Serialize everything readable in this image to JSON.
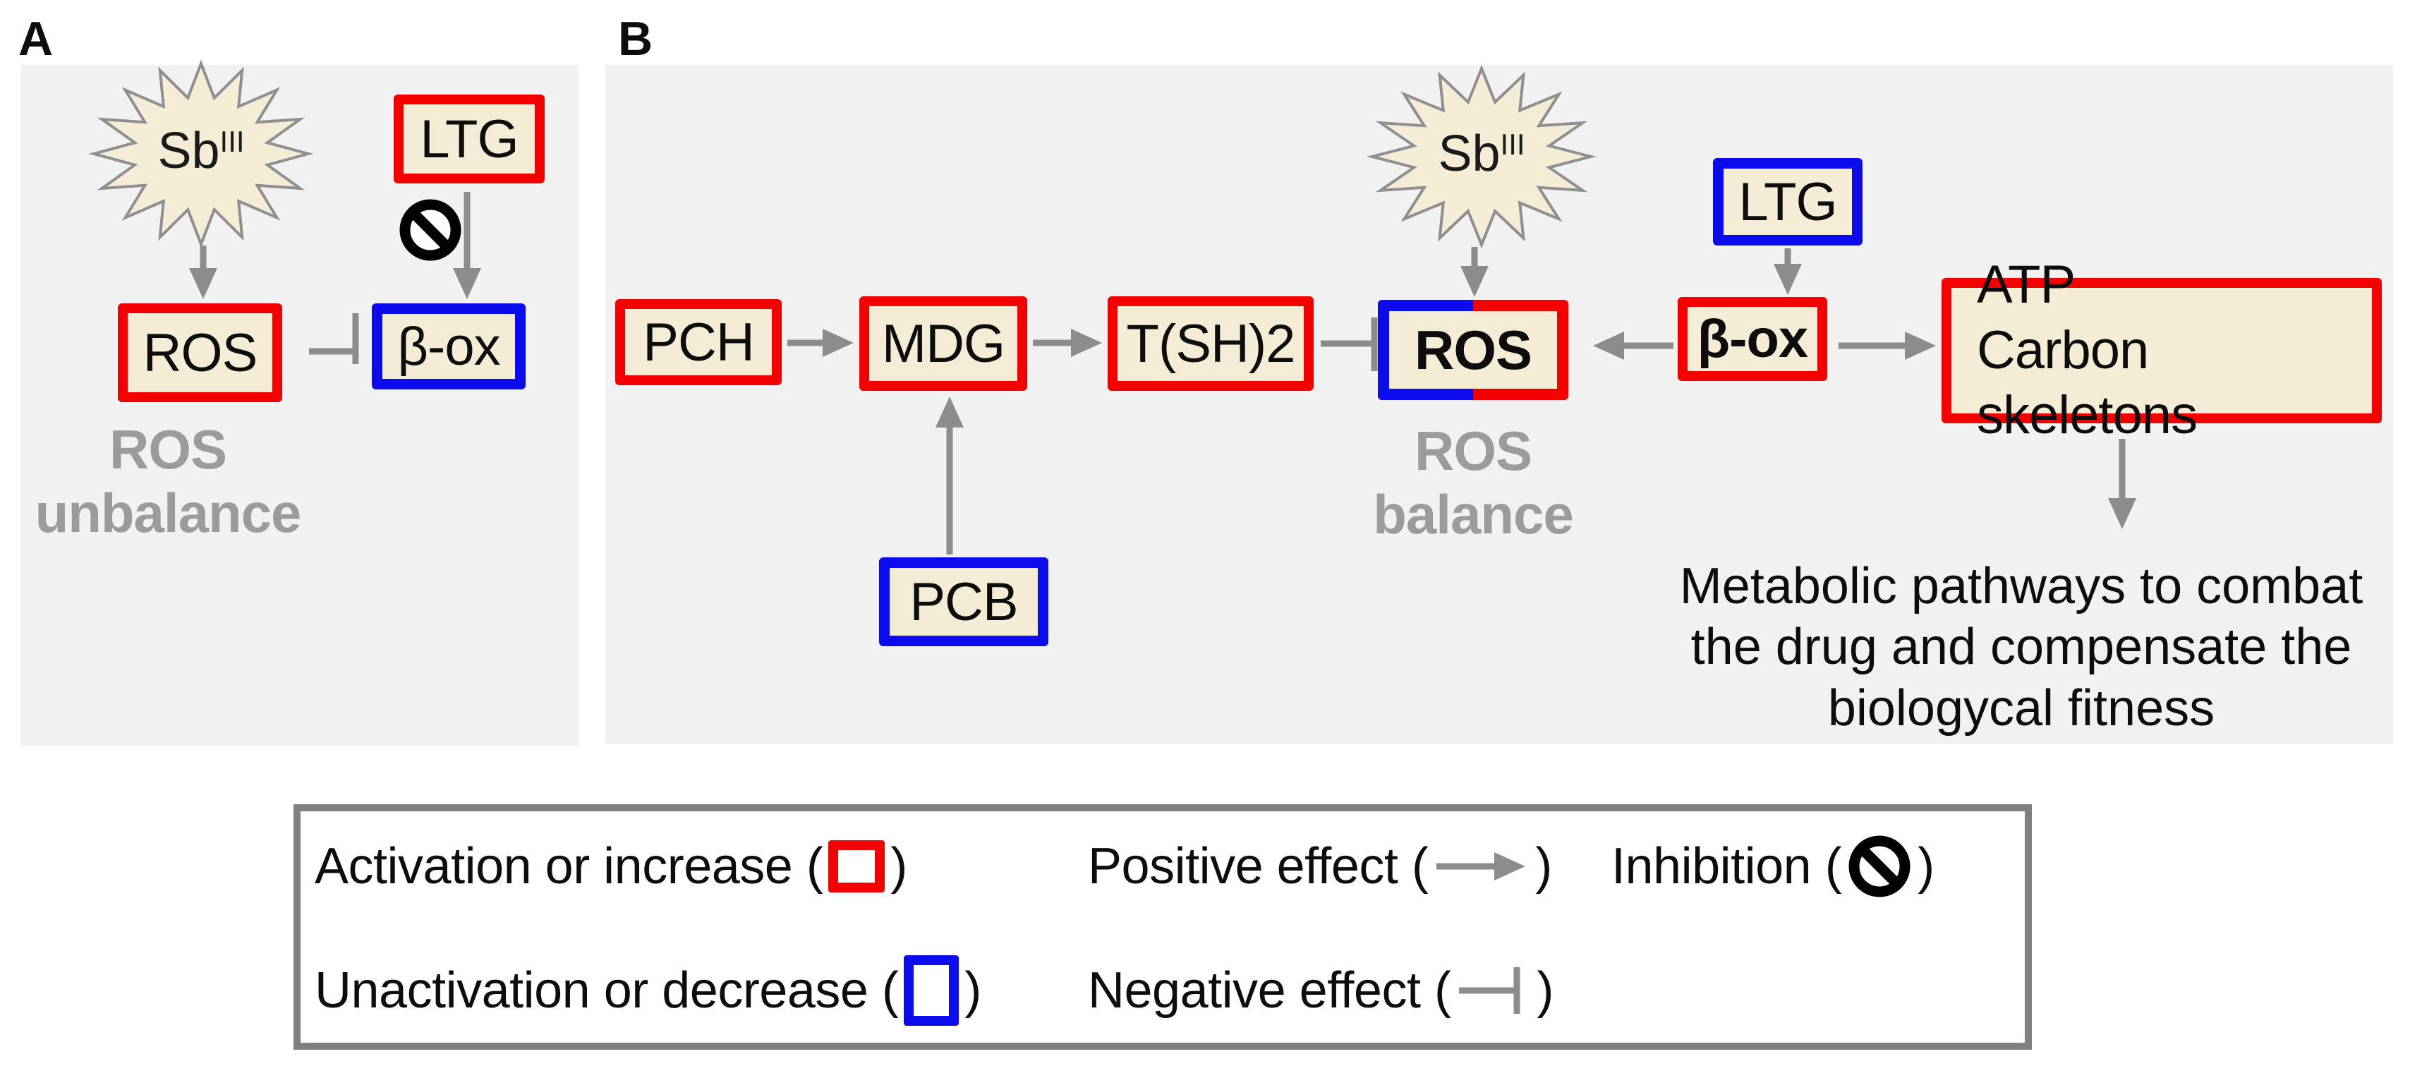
{
  "colors": {
    "activation_red": "#f40000",
    "unactivation_blue": "#0b0bee",
    "node_fill_cream": "#f5ecd6",
    "panel_gray": "#f1f1f1",
    "caption_gray": "#9b9b9b",
    "arrow_gray": "#8c8c8c",
    "legend_border_gray": "#808080",
    "inhibition_black": "#000000"
  },
  "icons": {
    "starburst": "starburst-shape",
    "prohibition": "prohibition-icon",
    "positive_arrow": "arrow-right-icon",
    "negative_tee": "inhibition-tee-icon",
    "activation_swatch": "red-box",
    "unactivation_swatch": "blue-box"
  },
  "panel_a": {
    "title": "A",
    "starburst": {
      "base": "Sb",
      "sup": "III"
    },
    "boxes": {
      "ltg": "LTG",
      "ros": "ROS",
      "beta_ox": "β-ox"
    },
    "caption": {
      "line1": "ROS",
      "line2": "unbalance"
    }
  },
  "panel_b": {
    "title": "B",
    "starburst": {
      "base": "Sb",
      "sup": "III"
    },
    "boxes": {
      "pch": "PCH",
      "mdg": "MDG",
      "tsh2": "T(SH)2",
      "ros": "ROS",
      "ltg": "LTG",
      "beta_ox": "β-ox",
      "pcb": "PCB",
      "atp_line1": "ATP",
      "atp_line2": "Carbon skeletons"
    },
    "caption": {
      "line1": "ROS",
      "line2": "balance"
    },
    "outcome": {
      "line1": "Metabolic pathways to combat",
      "line2": "the drug and compensate the",
      "line3": "biologycal fitness"
    }
  },
  "legend": {
    "close": ")",
    "items": [
      {
        "prefix": "Activation or increase ("
      },
      {
        "prefix": "Positive effect ("
      },
      {
        "prefix": "Inhibition ("
      },
      {
        "prefix": "Unactivation or decrease ("
      },
      {
        "prefix": "Negative effect ("
      }
    ]
  }
}
